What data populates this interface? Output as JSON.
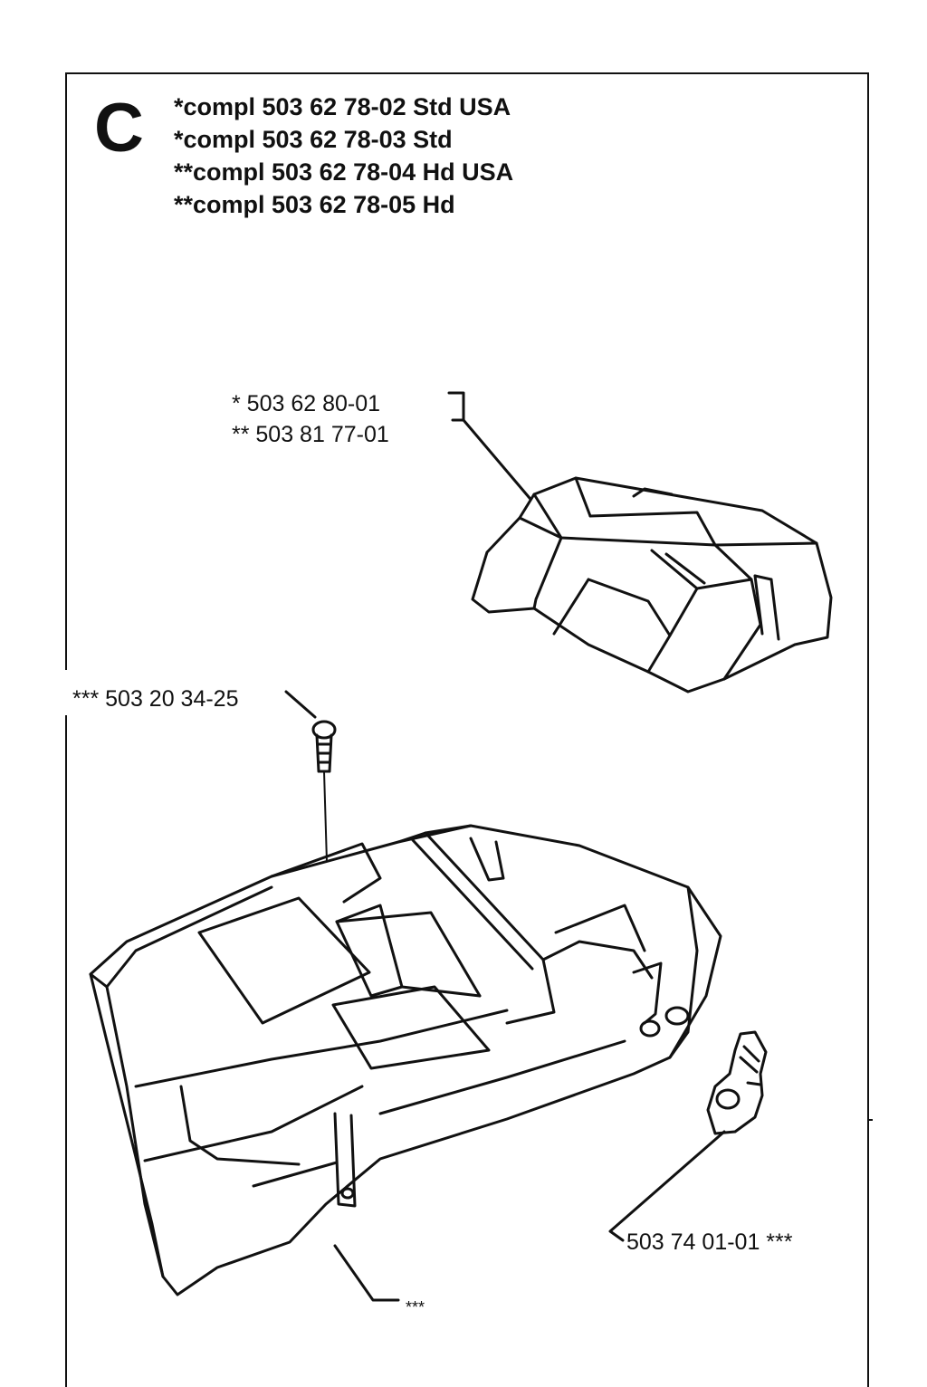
{
  "section": {
    "letter": "C",
    "assemblies": [
      "*compl 503 62 78-02 Std USA",
      "*compl 503 62 78-03 Std",
      "**compl 503 62 78-04 Hd USA",
      "**compl 503 62 78-05 Hd"
    ]
  },
  "parts": {
    "cover_line1": "* 503 62 80-01",
    "cover_line2": "** 503 81 77-01",
    "screw": "*** 503 20 34-25",
    "clip": "503 74 01-01 ***",
    "housing": "***"
  }
}
